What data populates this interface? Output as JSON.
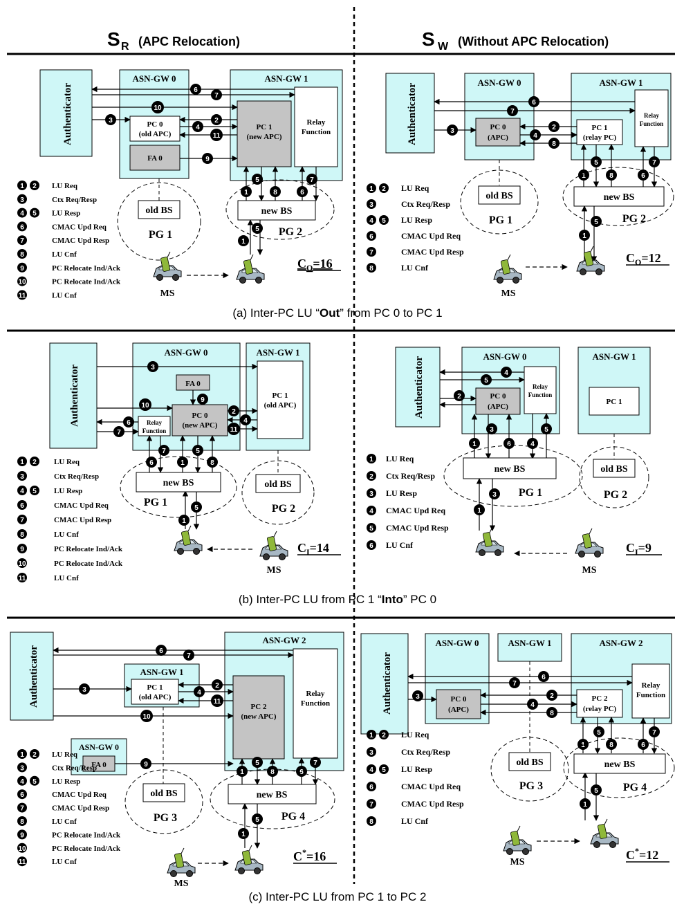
{
  "headers": {
    "left_main": "S",
    "left_sub": "R",
    "left_paren": "(APC Relocation)",
    "right_main": "S",
    "right_sub": "W",
    "right_paren": "(Without APC Relocation)"
  },
  "captions": {
    "a_pre": "(a) Inter-PC LU “",
    "a_bold": "Out",
    "a_post": "” from PC 0 to PC 1",
    "b_pre": "(b) Inter-PC LU from PC 1 “",
    "b_bold": "Into",
    "b_post": "” PC 0",
    "c": "(c) Inter-PC LU from PC 1 to PC 2"
  },
  "labels": {
    "authenticator": "Authenticator",
    "asn0": "ASN-GW 0",
    "asn1": "ASN-GW 1",
    "asn2": "ASN-GW 2",
    "pc0": "PC 0",
    "pc1": "PC 1",
    "pc2": "PC 2",
    "old_apc": "(old APC)",
    "new_apc": "(new APC)",
    "apc": "(APC)",
    "relay_pc": "(relay PC)",
    "fa0": "FA 0",
    "relay": "Relay",
    "function": "Function",
    "old_bs": "old BS",
    "new_bs": "new BS",
    "pg1": "PG 1",
    "pg2": "PG 2",
    "pg3": "PG 3",
    "pg4": "PG 4",
    "ms": "MS"
  },
  "costs": {
    "a_left": "C",
    "a_left_sub": "O",
    "a_left_val": "=16",
    "a_right": "C",
    "a_right_sub": "O",
    "a_right_val": "=12",
    "b_left": "C",
    "b_left_sub": "I",
    "b_left_val": "=14",
    "b_right": "C",
    "b_right_sub": "I",
    "b_right_val": "=9",
    "c_left": "C",
    "c_left_sup": "*",
    "c_left_val": "=16",
    "c_right": "C",
    "c_right_sup": "*",
    "c_right_val": "=12"
  },
  "legends": {
    "sr": [
      {
        "nums": [
          "1",
          "2"
        ],
        "text": "LU Req"
      },
      {
        "nums": [
          "3"
        ],
        "text": "Ctx Req/Resp"
      },
      {
        "nums": [
          "4",
          "5"
        ],
        "text": "LU Resp"
      },
      {
        "nums": [
          "6"
        ],
        "text": "CMAC Upd Req"
      },
      {
        "nums": [
          "7"
        ],
        "text": "CMAC Upd Resp"
      },
      {
        "nums": [
          "8"
        ],
        "text": "LU Cnf"
      },
      {
        "nums": [
          "9"
        ],
        "text": "PC Relocate Ind/Ack"
      },
      {
        "nums": [
          "10"
        ],
        "text": "PC Relocate Ind/Ack"
      },
      {
        "nums": [
          "11"
        ],
        "text": "LU Cnf"
      }
    ],
    "sw": [
      {
        "nums": [
          "1",
          "2"
        ],
        "text": "LU Req"
      },
      {
        "nums": [
          "3"
        ],
        "text": "Ctx Req/Resp"
      },
      {
        "nums": [
          "4",
          "5"
        ],
        "text": "LU Resp"
      },
      {
        "nums": [
          "6"
        ],
        "text": "CMAC Upd Req"
      },
      {
        "nums": [
          "7"
        ],
        "text": "CMAC Upd Resp"
      },
      {
        "nums": [
          "8"
        ],
        "text": "LU Cnf"
      }
    ],
    "b_sw": [
      {
        "nums": [
          "1"
        ],
        "text": "LU Req"
      },
      {
        "nums": [
          "2"
        ],
        "text": "Ctx Req/Resp"
      },
      {
        "nums": [
          "3"
        ],
        "text": "LU Resp"
      },
      {
        "nums": [
          "4"
        ],
        "text": "CMAC Upd Req"
      },
      {
        "nums": [
          "5"
        ],
        "text": "CMAC Upd Resp"
      },
      {
        "nums": [
          "6"
        ],
        "text": "LU Cnf"
      }
    ]
  }
}
